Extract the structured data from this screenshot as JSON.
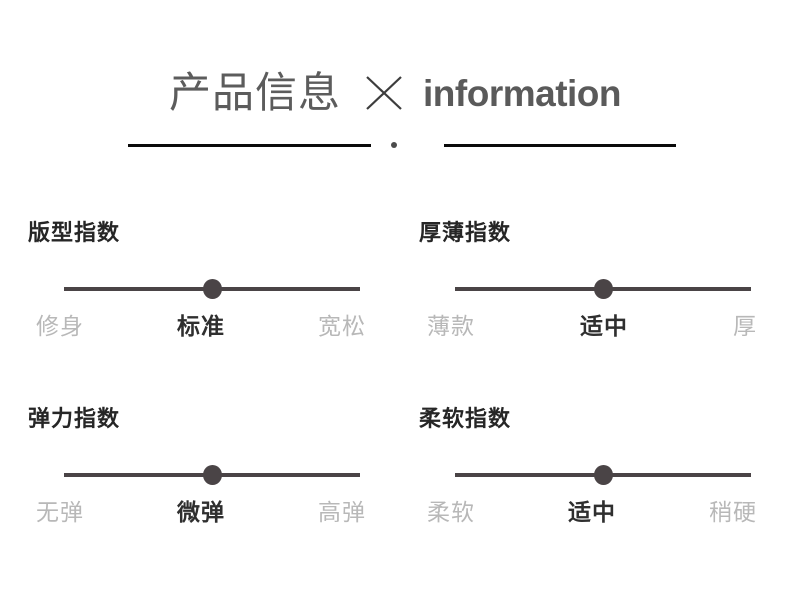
{
  "header": {
    "title_cn": "产品信息",
    "separator_icon": "cross-x-icon",
    "title_en": "information",
    "dot_icon": "dot-marker-icon"
  },
  "sliders": [
    {
      "id": "fit-index",
      "title": "版型指数",
      "labels": [
        "修身",
        "标准",
        "宽松"
      ],
      "active_index": 1,
      "knob_percent": 50
    },
    {
      "id": "thickness-index",
      "title": "厚薄指数",
      "labels": [
        "薄款",
        "适中",
        "厚"
      ],
      "active_index": 1,
      "knob_percent": 50
    },
    {
      "id": "elasticity-index",
      "title": "弹力指数",
      "labels": [
        "无弹",
        "微弹",
        "高弹"
      ],
      "active_index": 1,
      "knob_percent": 50
    },
    {
      "id": "softness-index",
      "title": "柔软指数",
      "labels": [
        "柔软",
        "适中",
        "稍硬"
      ],
      "active_index": 1,
      "knob_percent": 50
    }
  ],
  "colors": {
    "background": "#ffffff",
    "header_text": "#5a5a5a",
    "rule": "#0a0a0a",
    "title": "#262626",
    "track": "#4a4446",
    "knob": "#4a4446",
    "label_inactive": "#b8b8b8",
    "label_active": "#2f2f2f"
  }
}
